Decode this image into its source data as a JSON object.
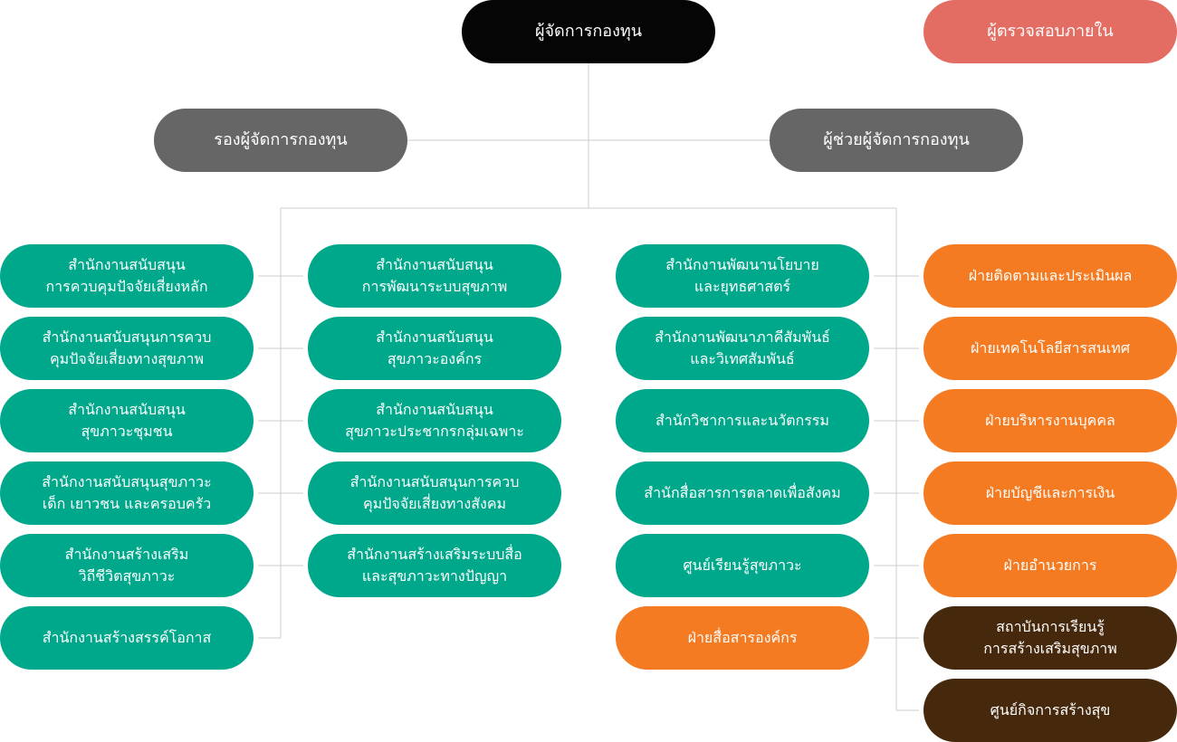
{
  "nodes": {
    "manager": "ผู้จัดการกองทุน",
    "auditor": "ผู้ตรวจสอบภายใน",
    "deputy": "รองผู้จัดการกองทุน",
    "assistant": "ผู้ช่วยผู้จัดการกองทุน",
    "col1": [
      "สำนักงานสนับสนุน\nการควบคุมปัจจัยเสี่ยงหลัก",
      "สำนักงานสนับสนุนการควบ\nคุมปัจจัยเสี่ยงทางสุขภาพ",
      "สำนักงานสนับสนุน\nสุขภาวะชุมชน",
      "สำนักงานสนับสนุนสุขภาวะ\nเด็ก เยาวชน และครอบครัว",
      "สำนักงานสร้างเสริม\nวิถีชีวิตสุขภาวะ",
      "สำนักงานสร้างสรรค์โอกาส"
    ],
    "col2": [
      "สำนักงานสนับสนุน\nการพัฒนาระบบสุขภาพ",
      "สำนักงานสนับสนุน\nสุขภาวะองค์กร",
      "สำนักงานสนับสนุน\nสุขภาวะประชากรกลุ่มเฉพาะ",
      "สำนักงานสนับสนุนการควบ\nคุมปัจจัยเสี่ยงทางสังคม",
      "สำนักงานสร้างเสริมระบบสื่อ\nและสุขภาวะทางปัญญา"
    ],
    "col3": [
      "สำนักงานพัฒนานโยบาย\nและยุทธศาสตร์",
      "สำนักงานพัฒนาภาคีสัมพันธ์\nและวิเทศสัมพันธ์",
      "สำนักวิชาการและนวัตกรรม",
      "สำนักสื่อสารการตลาดเพื่อสังคม",
      "ศูนย์เรียนรู้สุขภาวะ",
      "ฝ่ายสื่อสารองค์กร"
    ],
    "col4": [
      "ฝ่ายติดตามและประเมินผล",
      "ฝ่ายเทคโนโลยีสารสนเทศ",
      "ฝ่ายบริหารงานบุคคล",
      "ฝ่ายบัญชีและการเงิน",
      "ฝ่ายอำนวยการ",
      "สถาบันการเรียนรู้\nการสร้างเสริมสุขภาพ",
      "ศูนย์กิจการสร้างสุข"
    ]
  },
  "colors": {
    "black": "#050505",
    "red": "#e46d63",
    "gray": "#666666",
    "teal": "#00a88b",
    "orange": "#f47b22",
    "brown": "#46280d",
    "line": "#cccccc"
  }
}
